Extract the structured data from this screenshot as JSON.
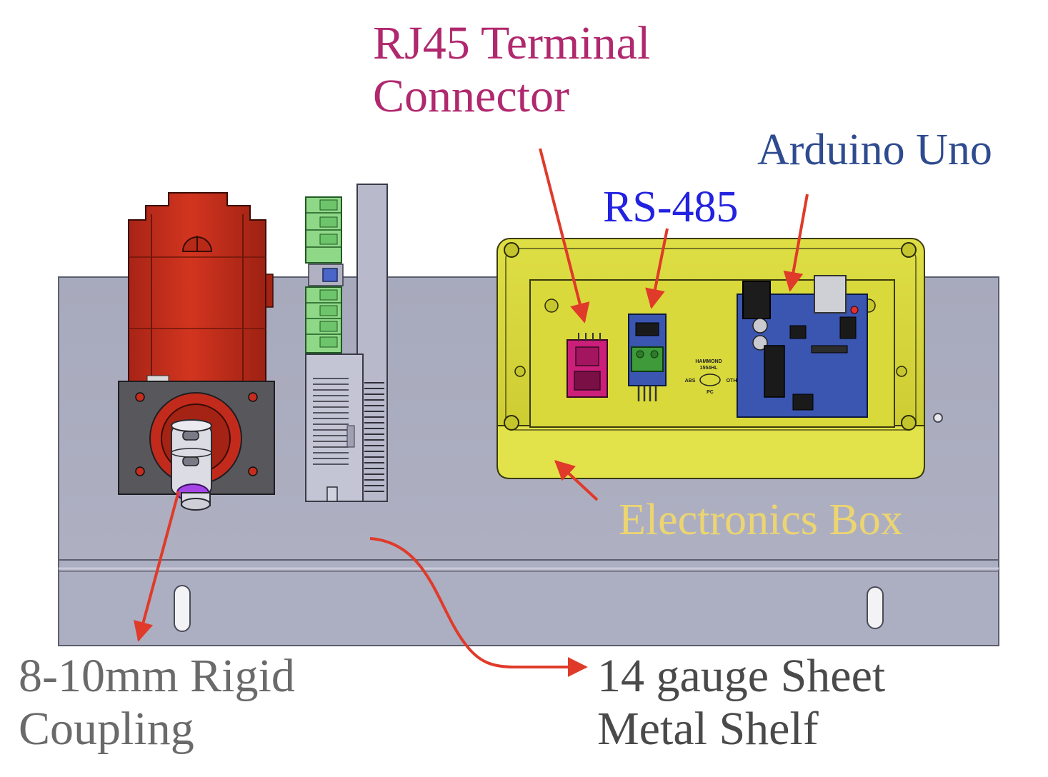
{
  "labels": {
    "rj45": {
      "line1": "RJ45 Terminal",
      "line2": "Connector"
    },
    "arduino": "Arduino Uno",
    "rs485": "RS-485",
    "electronics_box": "Electronics Box",
    "coupling": {
      "line1": "8-10mm Rigid",
      "line2": "Coupling"
    },
    "shelf": {
      "line1": "14 gauge Sheet",
      "line2": "Metal Shelf"
    }
  },
  "enclosure_marking": {
    "brand": "HAMMOND",
    "model": "1554HL",
    "left": "ABS",
    "right": "OTH",
    "bottom": "PC"
  },
  "colors": {
    "rj45_label": "#b0286e",
    "arduino_label": "#2e4b8f",
    "rs485_label": "#2222e0",
    "electronics_box_label": "#ecd571",
    "coupling_label": "#6a6a6a",
    "shelf_label": "#4a4a4a",
    "arrow": "#e03a2a",
    "shelf": "#a9abbd",
    "motor": "#c62d1f",
    "enclosure": "#d8d83a",
    "driver_body": "#b3b5c8",
    "terminal_green": "#8fd888",
    "pcb_blue": "#3a56b0",
    "rj45_body": "#cc1f7a",
    "coupling_purple": "#9b3be0"
  }
}
